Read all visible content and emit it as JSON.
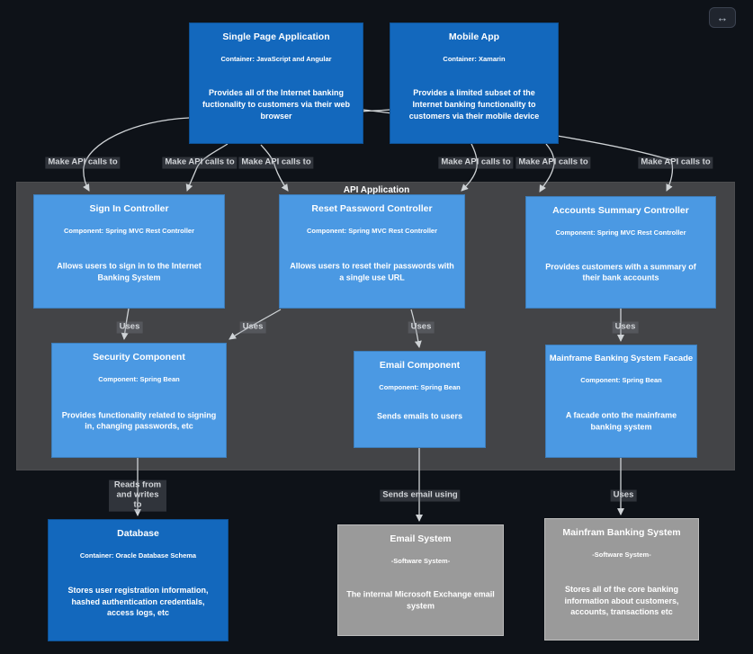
{
  "toolbar": {
    "resize_icon": "↔"
  },
  "boundary": {
    "label": "API Application"
  },
  "edges": {
    "make_api_calls_label": "Make API calls to",
    "uses_label": "Uses",
    "reads_writes_label": "Reads from and writes to",
    "sends_email_label": "Sends email using"
  },
  "nodes": {
    "spa": {
      "title": "Single Page Application",
      "meta": "Container: JavaScript and Angular",
      "desc": "Provides all of the Internet banking fuctionality to customers via their web browser"
    },
    "mobile": {
      "title": "Mobile App",
      "meta": "Container: Xamarin",
      "desc": "Provides a limited subset of the Internet banking functionality to customers via their mobile device"
    },
    "signin": {
      "title": "Sign In Controller",
      "meta": "Component: Spring MVC Rest Controller",
      "desc": "Allows users to sign in to the Internet Banking System"
    },
    "reset": {
      "title": "Reset Password Controller",
      "meta": "Component: Spring MVC Rest Controller",
      "desc": "Allows users to reset their passwords with a single use URL"
    },
    "accounts": {
      "title": "Accounts Summary Controller",
      "meta": "Component: Spring MVC Rest Controller",
      "desc": "Provides customers with a summary of their bank accounts"
    },
    "security": {
      "title": "Security Component",
      "meta": "Component: Spring Bean",
      "desc": "Provides functionality related to signing in, changing passwords, etc"
    },
    "email_component": {
      "title": "Email Component",
      "meta": "Component: Spring Bean",
      "desc": "Sends emails to users"
    },
    "facade": {
      "title": "Mainframe Banking System Facade",
      "meta": "Component: Spring Bean",
      "desc": "A facade onto the mainframe banking system"
    },
    "database": {
      "title": "Database",
      "meta": "Container: Oracle Database Schema",
      "desc": "Stores user registration information, hashed authentication credentials, access logs, etc"
    },
    "email_system": {
      "title": "Email System",
      "meta": "-Software System-",
      "desc": "The internal Microsoft Exchange email system"
    },
    "mainfram_system": {
      "title": "Mainfram Banking System",
      "meta": "-Software System-",
      "desc": "Stores all of the core banking information about customers, accounts, transactions etc"
    }
  },
  "colors": {
    "background": "#0e1218",
    "container_blue": "#1368bd",
    "component_blue": "#4b99e3",
    "software_system_gray": "#9a9a9a",
    "boundary_gray": "#434447",
    "edge_line": "#cfd3d6"
  }
}
